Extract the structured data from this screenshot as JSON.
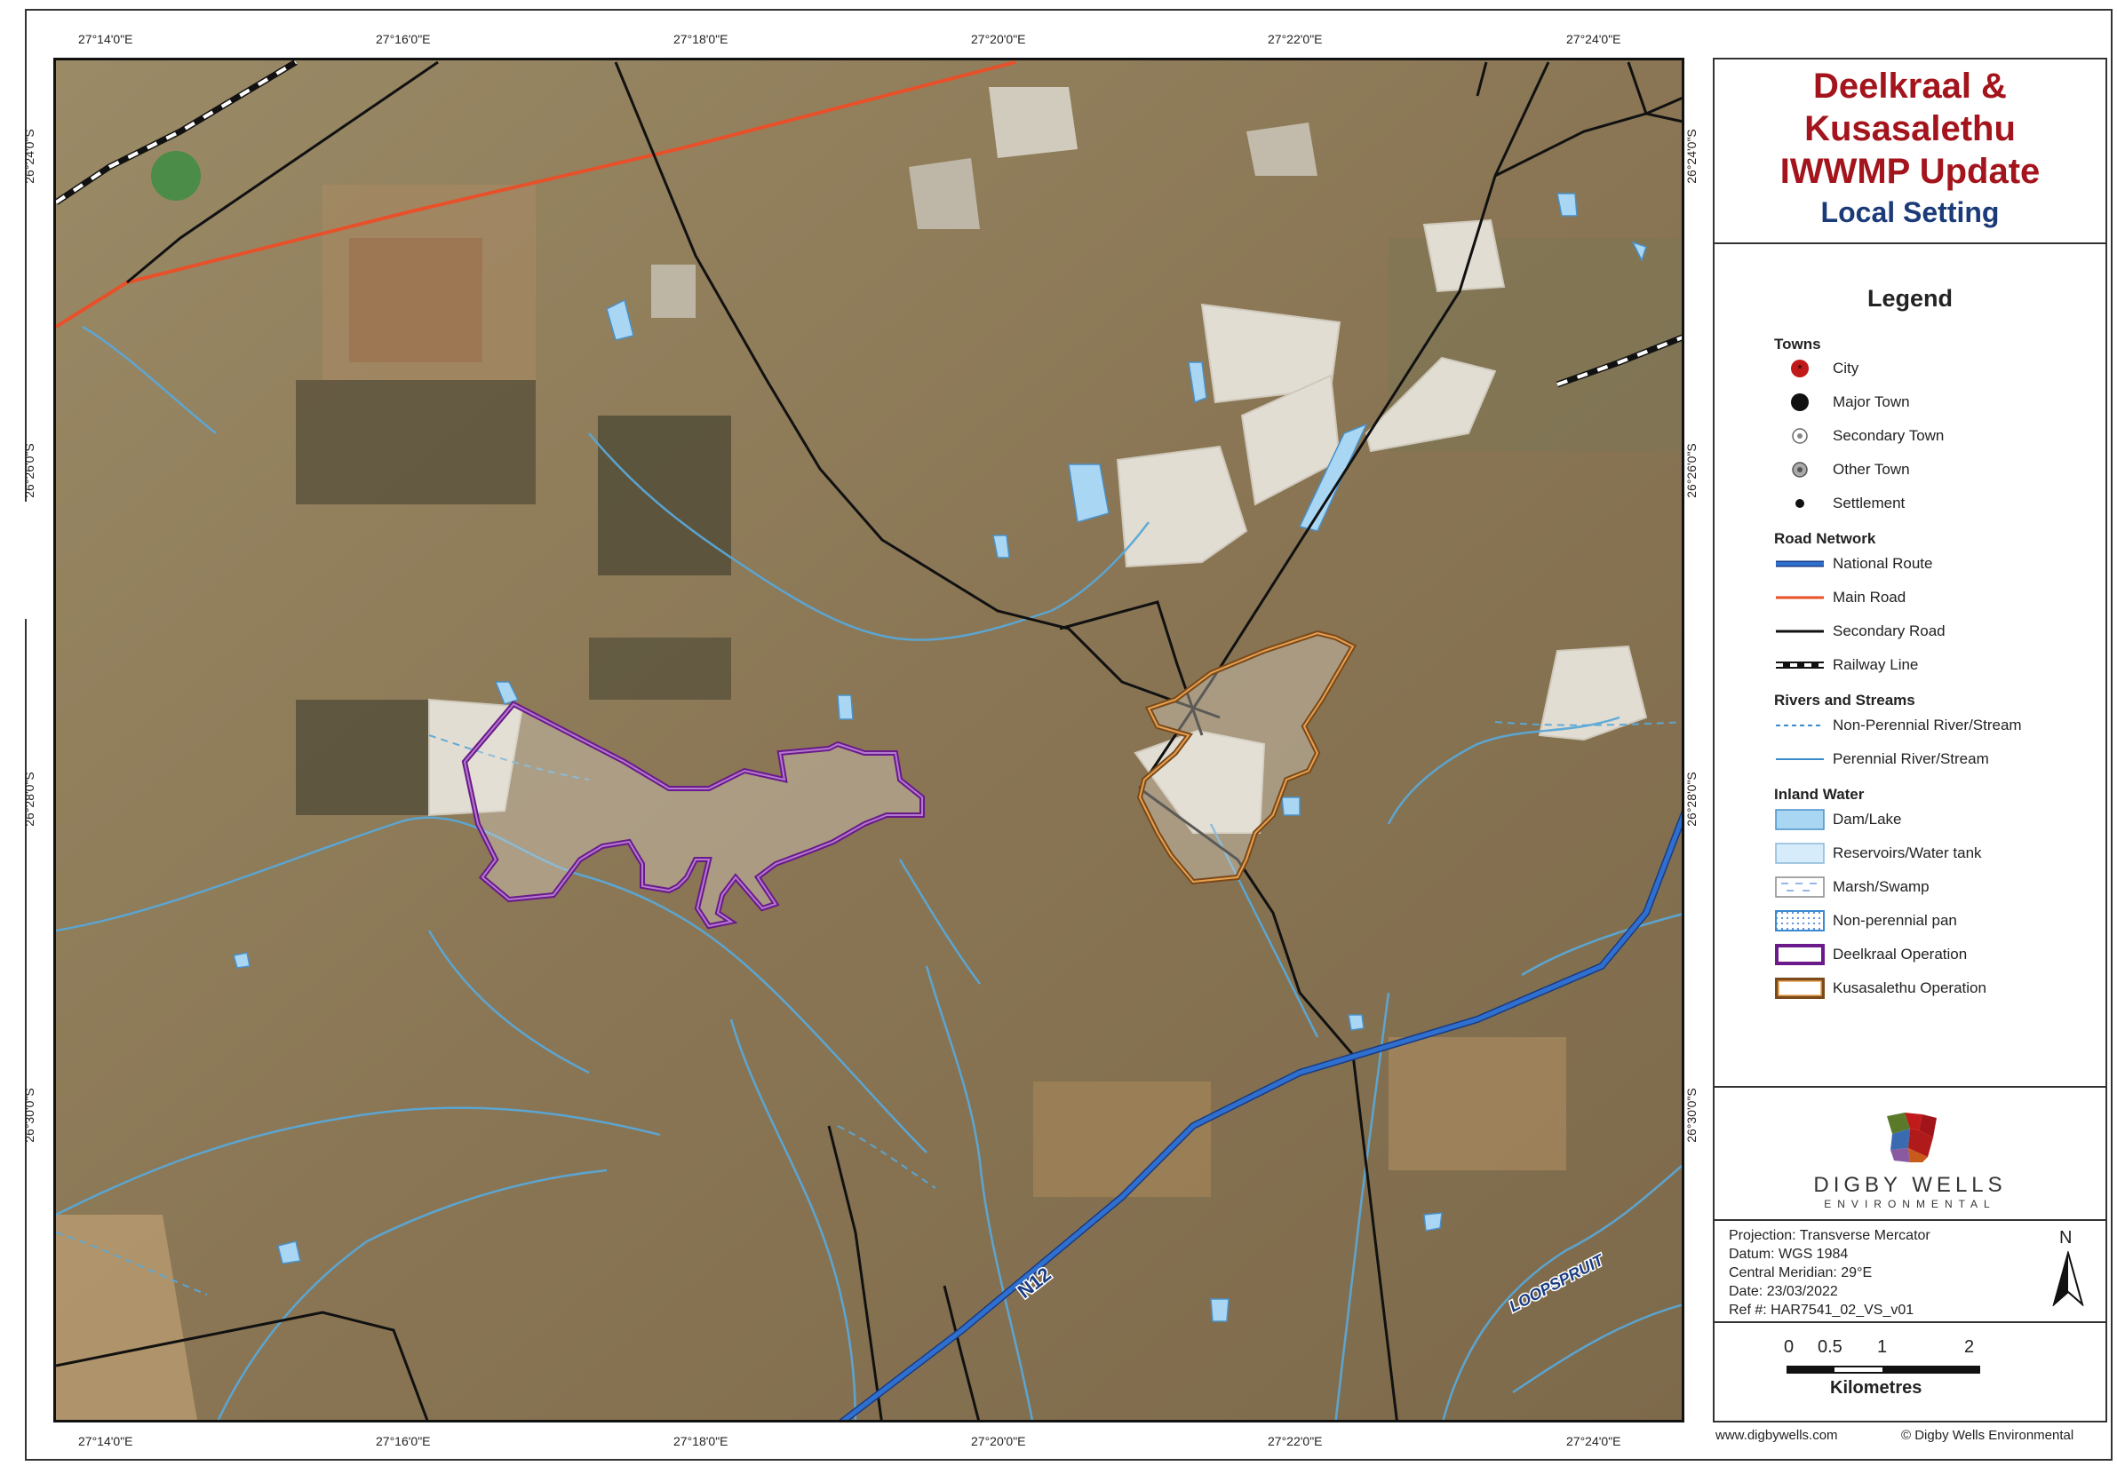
{
  "title": {
    "line1": "Deelkraal &",
    "line2": "Kusasalethu",
    "line3": "IWWMP Update",
    "subtitle": "Local Setting"
  },
  "coords": {
    "top": [
      "27°14'0\"E",
      "27°16'0\"E",
      "27°18'0\"E",
      "27°20'0\"E",
      "27°22'0\"E",
      "27°24'0\"E"
    ],
    "bottom": [
      "27°14'0\"E",
      "27°16'0\"E",
      "27°18'0\"E",
      "27°20'0\"E",
      "27°22'0\"E",
      "27°24'0\"E"
    ],
    "left": [
      "26°24'0\"S",
      "26°26'0\"S",
      "26°28'0\"S",
      "26°30'0\"S"
    ],
    "right": [
      "26°24'0\"S",
      "26°26'0\"S",
      "26°28'0\"S",
      "26°30'0\"S"
    ]
  },
  "map_labels": {
    "road_n12": "N12",
    "river": "LOOPSPRUIT"
  },
  "legend": {
    "title": "Legend",
    "towns_heading": "Towns",
    "towns": [
      "City",
      "Major Town",
      "Secondary Town",
      "Other Town",
      "Settlement"
    ],
    "roads_heading": "Road Network",
    "roads": [
      "National Route",
      "Main Road",
      "Secondary Road",
      "Railway Line"
    ],
    "rivers_heading": "Rivers and Streams",
    "rivers": [
      "Non-Perennial River/Stream",
      "Perennial River/Stream"
    ],
    "water_heading": "Inland Water",
    "water": [
      "Dam/Lake",
      "Reservoirs/Water tank",
      "Marsh/Swamp",
      "Non-perennial pan",
      "Deelkraal Operation",
      "Kusasalethu Operation"
    ]
  },
  "logo": {
    "name": "DIGBY WELLS",
    "sub": "ENVIRONMENTAL"
  },
  "info": {
    "projection": "Projection: Transverse Mercator",
    "datum": "Datum: WGS 1984",
    "meridian": "Central Meridian: 29°E",
    "date": "Date: 23/03/2022",
    "ref": "Ref #: HAR7541_02_VS_v01",
    "north": "N"
  },
  "scale": {
    "labels": [
      "0",
      "0.5",
      "1",
      "2"
    ],
    "unit": "Kilometres"
  },
  "footer": {
    "website": "www.digbywells.com",
    "copyright": "© Digby Wells Environmental"
  },
  "colors": {
    "national_route": "#2f6fd0",
    "main_road": "#e8502a",
    "secondary_road": "#111111",
    "river": "#5aa8d8",
    "dam": "#a9d6f2",
    "deelkraal": "#7a1f9a",
    "kusasalethu": "#c8782a",
    "title_red": "#a3141c",
    "title_blue": "#1b3a78"
  }
}
